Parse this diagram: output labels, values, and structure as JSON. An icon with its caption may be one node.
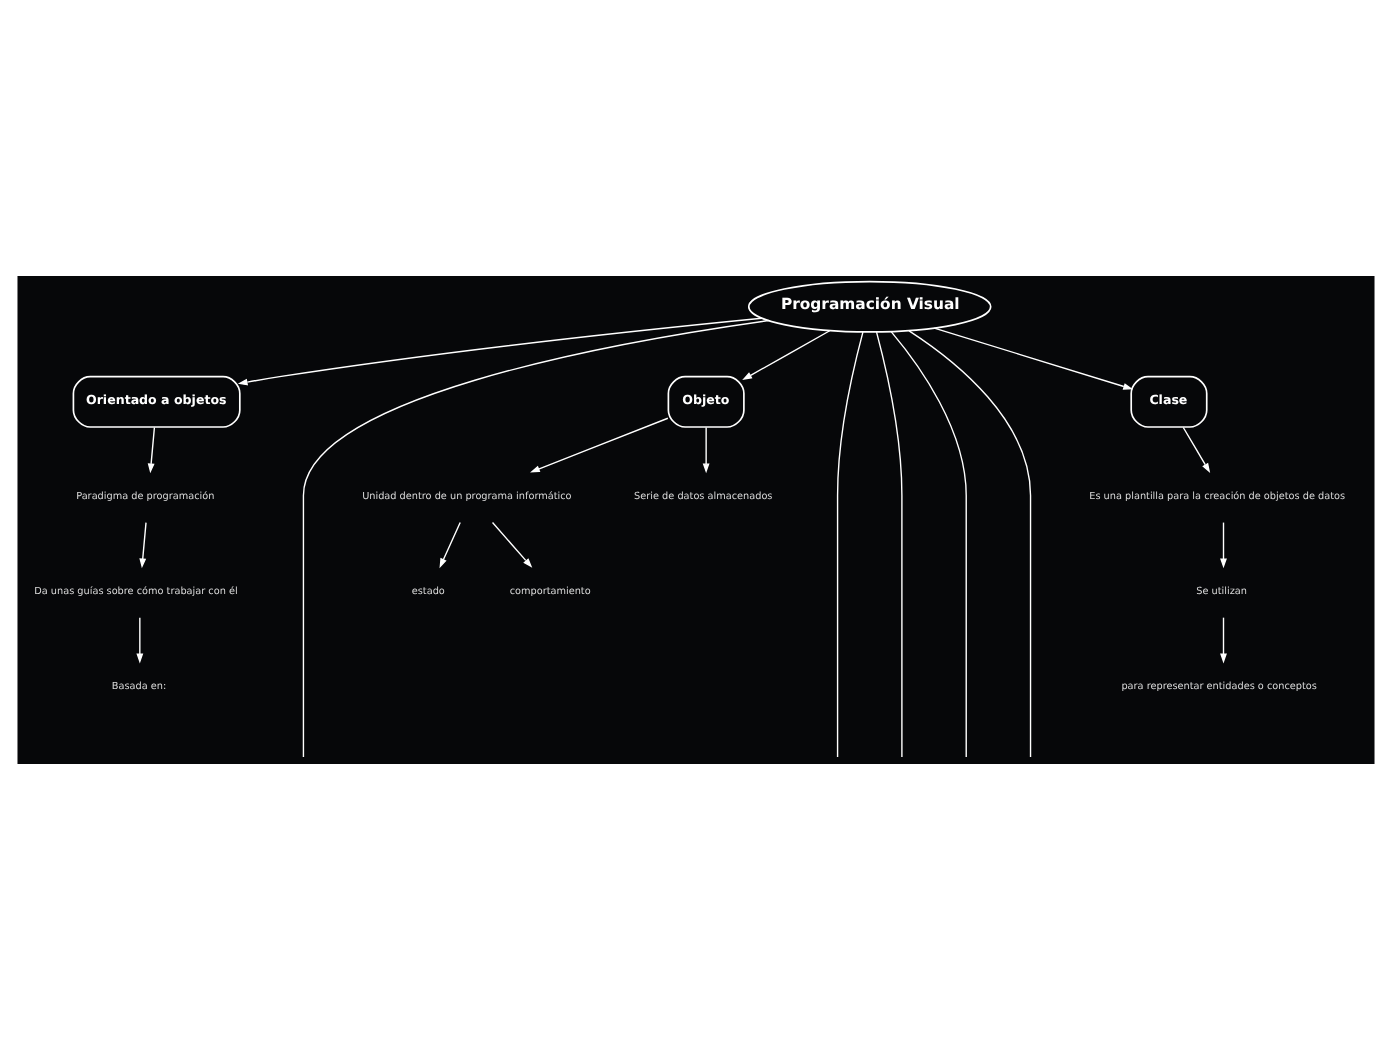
{
  "diagram": {
    "nodes": [
      {
        "text": [
          "Programación Visual"
        ]
      },
      {
        "text": [
          "Orientado a objetos"
        ]
      },
      {
        "text": [
          "Objeto"
        ]
      },
      {
        "text": [
          "Clase"
        ]
      },
      {
        "text": [
          "Paradigma de programación"
        ]
      },
      {
        "text": [
          "Unidad dentro de un programa informático"
        ]
      },
      {
        "text": [
          "Serie de datos almacenados"
        ]
      },
      {
        "text": [
          "Es una plantilla para la creación de objetos de datos"
        ]
      },
      {
        "text": [
          "Da unas guías sobre cómo trabajar con él"
        ]
      },
      {
        "text": [
          "estado"
        ]
      },
      {
        "text": [
          "comportamiento"
        ]
      },
      {
        "text": [
          "Se utilizan"
        ]
      },
      {
        "text": [
          "Basada en:"
        ]
      },
      {
        "text": [
          "para representar entidades o conceptos"
        ]
      }
    ],
    "edges": [
      {
        "from": 0,
        "to": 1,
        "arrow": "to"
      },
      {
        "from": 0,
        "to": null,
        "arrow": "none"
      },
      {
        "from": 0,
        "to": 2,
        "arrow": "to"
      },
      {
        "from": 0,
        "to": null,
        "arrow": "none"
      },
      {
        "from": 0,
        "to": null,
        "arrow": "none"
      },
      {
        "from": 0,
        "to": null,
        "arrow": "none"
      },
      {
        "from": 0,
        "to": null,
        "arrow": "none"
      },
      {
        "from": 0,
        "to": 3,
        "arrow": "to"
      },
      {
        "from": 1,
        "to": 4,
        "arrow": "to"
      },
      {
        "from": 4,
        "to": 8,
        "arrow": "to"
      },
      {
        "from": 8,
        "to": 12,
        "arrow": "to"
      },
      {
        "from": 2,
        "to": 5,
        "arrow": "to"
      },
      {
        "from": 5,
        "to": 9,
        "arrow": "to"
      },
      {
        "from": 5,
        "to": 10,
        "arrow": "to"
      },
      {
        "from": 2,
        "to": 6,
        "arrow": "to"
      },
      {
        "from": 3,
        "to": 7,
        "arrow": "to"
      },
      {
        "from": 7,
        "to": 11,
        "arrow": "to"
      },
      {
        "from": 11,
        "to": 13,
        "arrow": "to"
      }
    ]
  }
}
